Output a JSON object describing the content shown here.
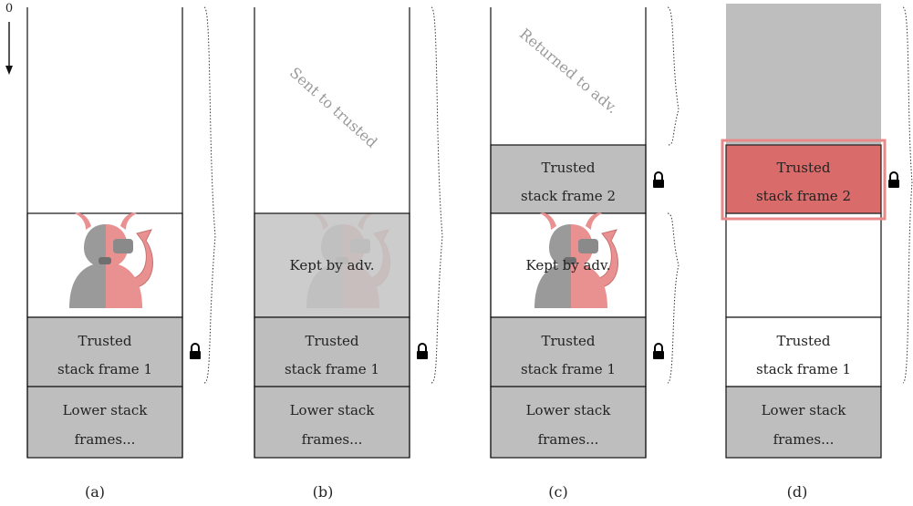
{
  "axis": {
    "zero_label": "0"
  },
  "panels": {
    "a": {
      "caption": "(a)",
      "frame1": [
        "Trusted",
        "stack frame 1"
      ],
      "lower": [
        "Lower stack",
        "frames..."
      ]
    },
    "b": {
      "caption": "(b)",
      "rotated_note": "Sent to trusted",
      "kept": "Kept by adv.",
      "frame1": [
        "Trusted",
        "stack frame 1"
      ],
      "lower": [
        "Lower stack",
        "frames..."
      ]
    },
    "c": {
      "caption": "(c)",
      "rotated_note": "Returned to adv.",
      "frame2": [
        "Trusted",
        "stack frame 2"
      ],
      "kept": "Kept by adv.",
      "frame1": [
        "Trusted",
        "stack frame 1"
      ],
      "lower": [
        "Lower stack",
        "frames..."
      ]
    },
    "d": {
      "caption": "(d)",
      "frame2": [
        "Trusted",
        "stack frame 2"
      ],
      "frame1": [
        "Trusted",
        "stack frame 1"
      ],
      "lower": [
        "Lower stack",
        "frames..."
      ]
    }
  },
  "colors": {
    "stack_gray": "#bebebe",
    "highlight_red": "#d96b6b",
    "devil_red": "#e88a8a",
    "devil_gray": "#8a8a8a",
    "note_gray": "#9a9a9a"
  },
  "icons": [
    "lock-icon",
    "adversary-devil-icon",
    "down-arrow-icon",
    "brace-icon"
  ]
}
